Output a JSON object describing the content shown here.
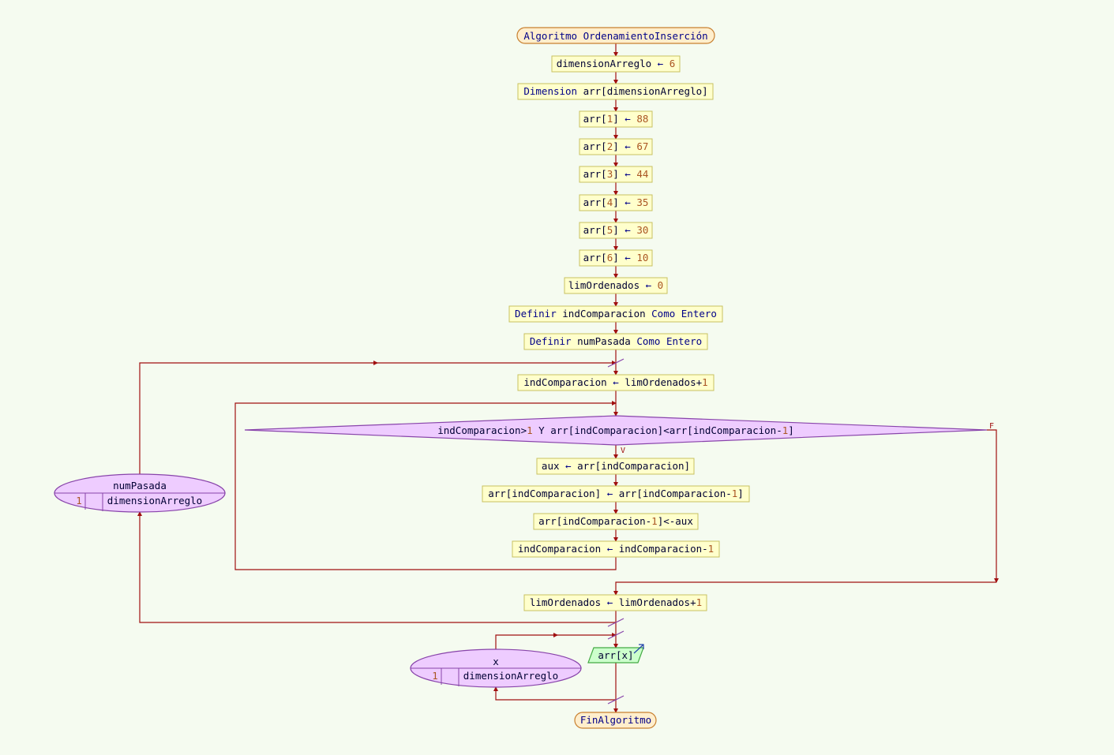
{
  "colors": {
    "background": "#f5fbf0",
    "flow_line": "#a01010",
    "process_fill": "#ffffcc",
    "process_stroke": "#c8c060",
    "terminal_fill": "#ffeecc",
    "terminal_stroke": "#c88030",
    "decision_fill": "#eeccff",
    "decision_stroke": "#8844aa",
    "io_fill": "#ccffcc",
    "io_stroke": "#44aa44",
    "identifier": "#000033",
    "keyword": "#000088",
    "number": "#aa5522",
    "operator": "#000088"
  },
  "nodes": {
    "start": [
      {
        "t": "Algoritmo OrdenamientoInserción",
        "c": "k"
      }
    ],
    "p1": [
      {
        "t": "dimensionArreglo ",
        "c": "i"
      },
      {
        "t": "←",
        "c": "o"
      },
      {
        "t": " 6",
        "c": "n"
      }
    ],
    "p2": [
      {
        "t": "Dimension ",
        "c": "k"
      },
      {
        "t": "arr[dimensionArreglo]",
        "c": "i"
      }
    ],
    "p3": [
      {
        "t": "arr[",
        "c": "i"
      },
      {
        "t": "1",
        "c": "n"
      },
      {
        "t": "] ",
        "c": "i"
      },
      {
        "t": "←",
        "c": "o"
      },
      {
        "t": " 88",
        "c": "n"
      }
    ],
    "p4": [
      {
        "t": "arr[",
        "c": "i"
      },
      {
        "t": "2",
        "c": "n"
      },
      {
        "t": "] ",
        "c": "i"
      },
      {
        "t": "←",
        "c": "o"
      },
      {
        "t": " 67",
        "c": "n"
      }
    ],
    "p5": [
      {
        "t": "arr[",
        "c": "i"
      },
      {
        "t": "3",
        "c": "n"
      },
      {
        "t": "] ",
        "c": "i"
      },
      {
        "t": "←",
        "c": "o"
      },
      {
        "t": " 44",
        "c": "n"
      }
    ],
    "p6": [
      {
        "t": "arr[",
        "c": "i"
      },
      {
        "t": "4",
        "c": "n"
      },
      {
        "t": "] ",
        "c": "i"
      },
      {
        "t": "←",
        "c": "o"
      },
      {
        "t": " 35",
        "c": "n"
      }
    ],
    "p7": [
      {
        "t": "arr[",
        "c": "i"
      },
      {
        "t": "5",
        "c": "n"
      },
      {
        "t": "] ",
        "c": "i"
      },
      {
        "t": "←",
        "c": "o"
      },
      {
        "t": " 30",
        "c": "n"
      }
    ],
    "p8": [
      {
        "t": "arr[",
        "c": "i"
      },
      {
        "t": "6",
        "c": "n"
      },
      {
        "t": "] ",
        "c": "i"
      },
      {
        "t": "←",
        "c": "o"
      },
      {
        "t": " 10",
        "c": "n"
      }
    ],
    "p9": [
      {
        "t": "limOrdenados ",
        "c": "i"
      },
      {
        "t": "←",
        "c": "o"
      },
      {
        "t": " 0",
        "c": "n"
      }
    ],
    "p10": [
      {
        "t": "Definir ",
        "c": "k"
      },
      {
        "t": "indComparacion ",
        "c": "i"
      },
      {
        "t": "Como Entero",
        "c": "k"
      }
    ],
    "p11": [
      {
        "t": "Definir ",
        "c": "k"
      },
      {
        "t": "numPasada ",
        "c": "i"
      },
      {
        "t": "Como Entero",
        "c": "k"
      }
    ],
    "p12": [
      {
        "t": "indComparacion ",
        "c": "i"
      },
      {
        "t": "←",
        "c": "o"
      },
      {
        "t": " limOrdenados+",
        "c": "i"
      },
      {
        "t": "1",
        "c": "n"
      }
    ],
    "cond": [
      {
        "t": "indComparacion>",
        "c": "i"
      },
      {
        "t": "1",
        "c": "n"
      },
      {
        "t": " Y arr[indComparacion]<arr[indComparacion-",
        "c": "i"
      },
      {
        "t": "1",
        "c": "n"
      },
      {
        "t": "]",
        "c": "i"
      }
    ],
    "p13": [
      {
        "t": "aux ",
        "c": "i"
      },
      {
        "t": "←",
        "c": "o"
      },
      {
        "t": " arr[indComparacion]",
        "c": "i"
      }
    ],
    "p14": [
      {
        "t": "arr[indComparacion] ",
        "c": "i"
      },
      {
        "t": "←",
        "c": "o"
      },
      {
        "t": " arr[indComparacion-",
        "c": "i"
      },
      {
        "t": "1",
        "c": "n"
      },
      {
        "t": "]",
        "c": "i"
      }
    ],
    "p15": [
      {
        "t": "arr[indComparacion-",
        "c": "i"
      },
      {
        "t": "1",
        "c": "n"
      },
      {
        "t": "]<-aux",
        "c": "i"
      }
    ],
    "p16": [
      {
        "t": "indComparacion ",
        "c": "i"
      },
      {
        "t": "←",
        "c": "o"
      },
      {
        "t": " indComparacion-",
        "c": "i"
      },
      {
        "t": "1",
        "c": "n"
      }
    ],
    "p17": [
      {
        "t": "limOrdenados ",
        "c": "i"
      },
      {
        "t": "←",
        "c": "o"
      },
      {
        "t": " limOrdenados+",
        "c": "i"
      },
      {
        "t": "1",
        "c": "n"
      }
    ],
    "out": [
      {
        "t": "arr[x]",
        "c": "i"
      }
    ],
    "end": [
      {
        "t": "FinAlgoritmo",
        "c": "k"
      }
    ]
  },
  "loops": {
    "outer": {
      "var": "numPasada",
      "start": "1",
      "end": "dimensionArreglo"
    },
    "print": {
      "var": "x",
      "start": "1",
      "end": "dimensionArreglo"
    }
  },
  "branch_labels": {
    "true": "V",
    "false": "F"
  }
}
